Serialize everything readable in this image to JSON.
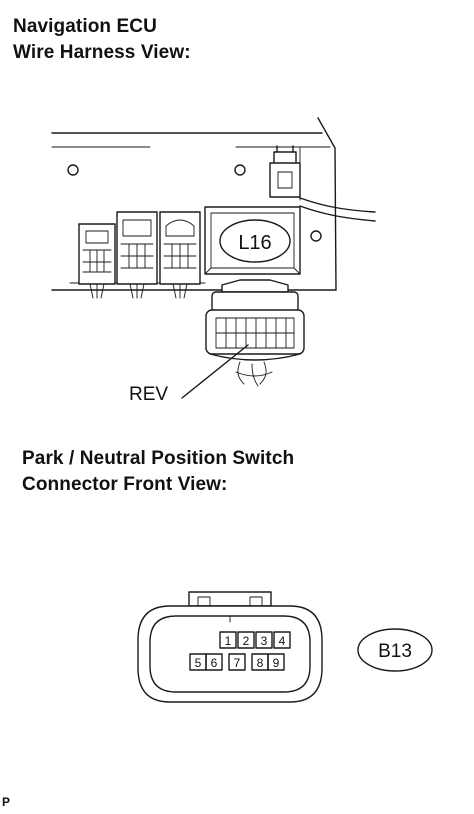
{
  "ecu_view": {
    "title_line1": "Navigation ECU",
    "title_line2": "Wire Harness View:",
    "connector_code": "L16",
    "pointer_label": "REV"
  },
  "switch_view": {
    "title_line1": "Park / Neutral Position Switch",
    "title_line2": "Connector Front View:",
    "connector_code": "B13",
    "pins_top": [
      "1",
      "2",
      "3",
      "4"
    ],
    "pins_bottom": [
      "5",
      "6",
      "7",
      "8",
      "9"
    ]
  },
  "footer": {
    "code": "P"
  }
}
